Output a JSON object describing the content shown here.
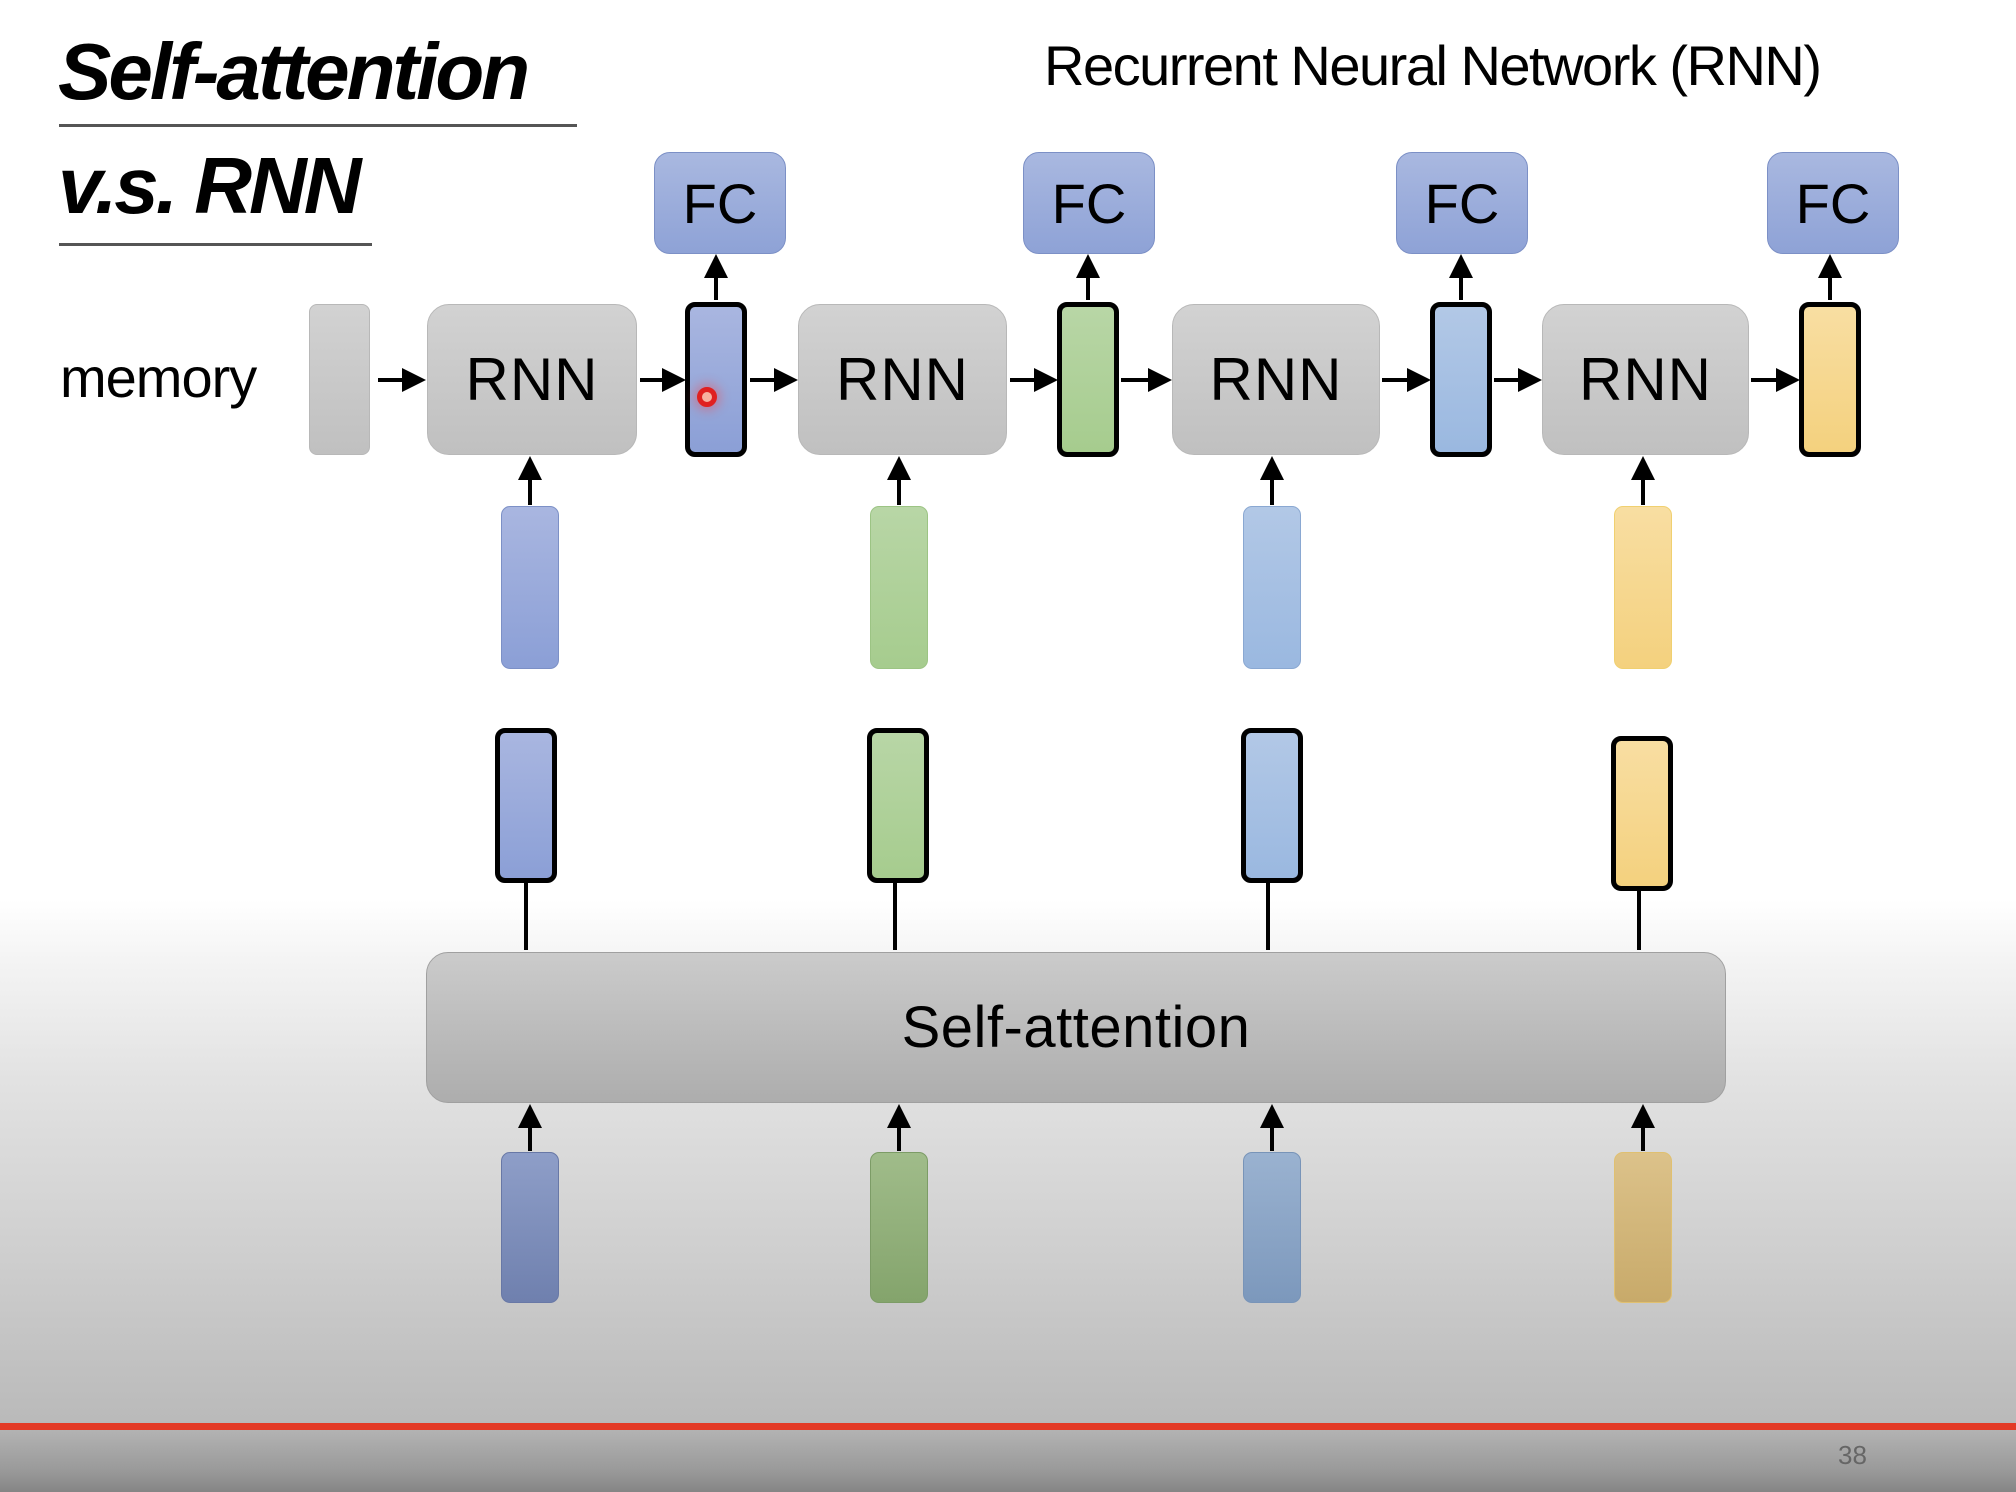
{
  "slide": {
    "title_line1": "Self-attention",
    "title_line2": "v.s. RNN",
    "subtitle": "Recurrent Neural Network (RNN)",
    "page_number": "38"
  },
  "rnn_section": {
    "memory_label": "memory",
    "rnn_block_label": "RNN",
    "fc_label": "FC",
    "steps": [
      {
        "rnn_label": "RNN",
        "fc_label": "FC",
        "color_name": "blue"
      },
      {
        "rnn_label": "RNN",
        "fc_label": "FC",
        "color_name": "green"
      },
      {
        "rnn_label": "RNN",
        "fc_label": "FC",
        "color_name": "light-blue"
      },
      {
        "rnn_label": "RNN",
        "fc_label": "FC",
        "color_name": "yellow"
      }
    ]
  },
  "self_attention_section": {
    "block_label": "Self-attention",
    "inputs": [
      "blue",
      "green",
      "light-blue",
      "yellow"
    ],
    "outputs": [
      "blue",
      "green",
      "light-blue",
      "yellow"
    ]
  },
  "colors": {
    "blue": "#98a8d8",
    "green": "#aecf98",
    "light_blue": "#a6c0e2",
    "yellow": "#f6d88e",
    "blue_dark": "#7d8db8",
    "green_dark": "#8fae78",
    "light_blue_dark": "#8ba6c8",
    "yellow_dark": "#d4b878",
    "fc": "#9aabdb",
    "accent_red": "#e33a26"
  }
}
